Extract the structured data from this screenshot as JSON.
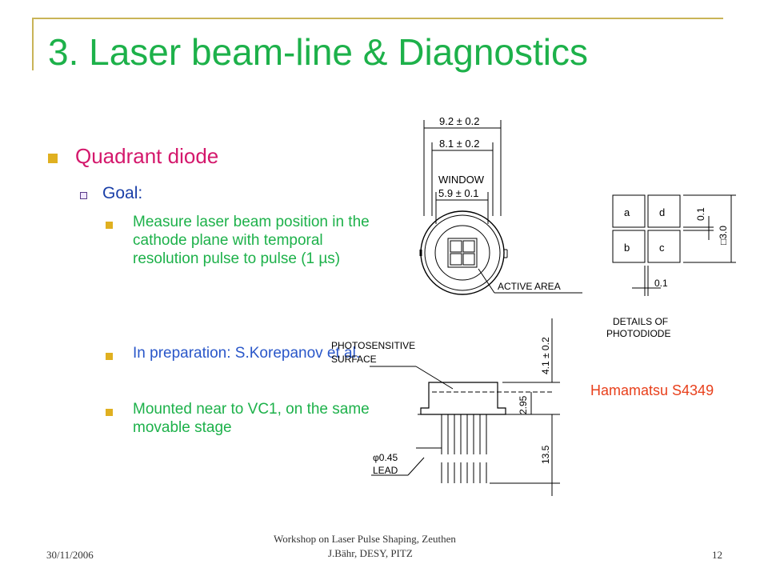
{
  "slide": {
    "title": "3. Laser beam-line & Diagnostics",
    "heading": "Quadrant diode",
    "subheading": "Goal:",
    "items": [
      "Measure laser beam position in the cathode plane with temporal resolution pulse to pulse (1 µs)",
      "In preparation: S.Korepanov et al.",
      "Mounted near to VC1, on the same movable stage"
    ],
    "caption": "Hamamatsu S4349"
  },
  "drawing": {
    "dim_outer": "9.2 ± 0.2",
    "dim_inner": "8.1 ± 0.2",
    "window_label": "WINDOW",
    "window_dim": "5.9 ± 0.1",
    "active_area": "ACTIVE AREA",
    "quadrants": [
      "a",
      "d",
      "b",
      "c"
    ],
    "gap_v": "0.1",
    "size": "□3.0",
    "gap_h": "0.1",
    "details_1": "DETAILS OF",
    "details_2": "PHOTODIODE",
    "photo_1": "PHOTOSENSITIVE",
    "photo_2": "SURFACE",
    "height_top": "4.1 ± 0.2",
    "height_mid": "2.95",
    "lead_len": "13.5",
    "lead_dia": "φ0.45",
    "lead": "LEAD"
  },
  "footer": {
    "date": "30/11/2006",
    "line1": "Workshop on Laser Pulse Shaping, Zeuthen",
    "line2": "J.Bähr, DESY, PITZ",
    "page": "12"
  }
}
